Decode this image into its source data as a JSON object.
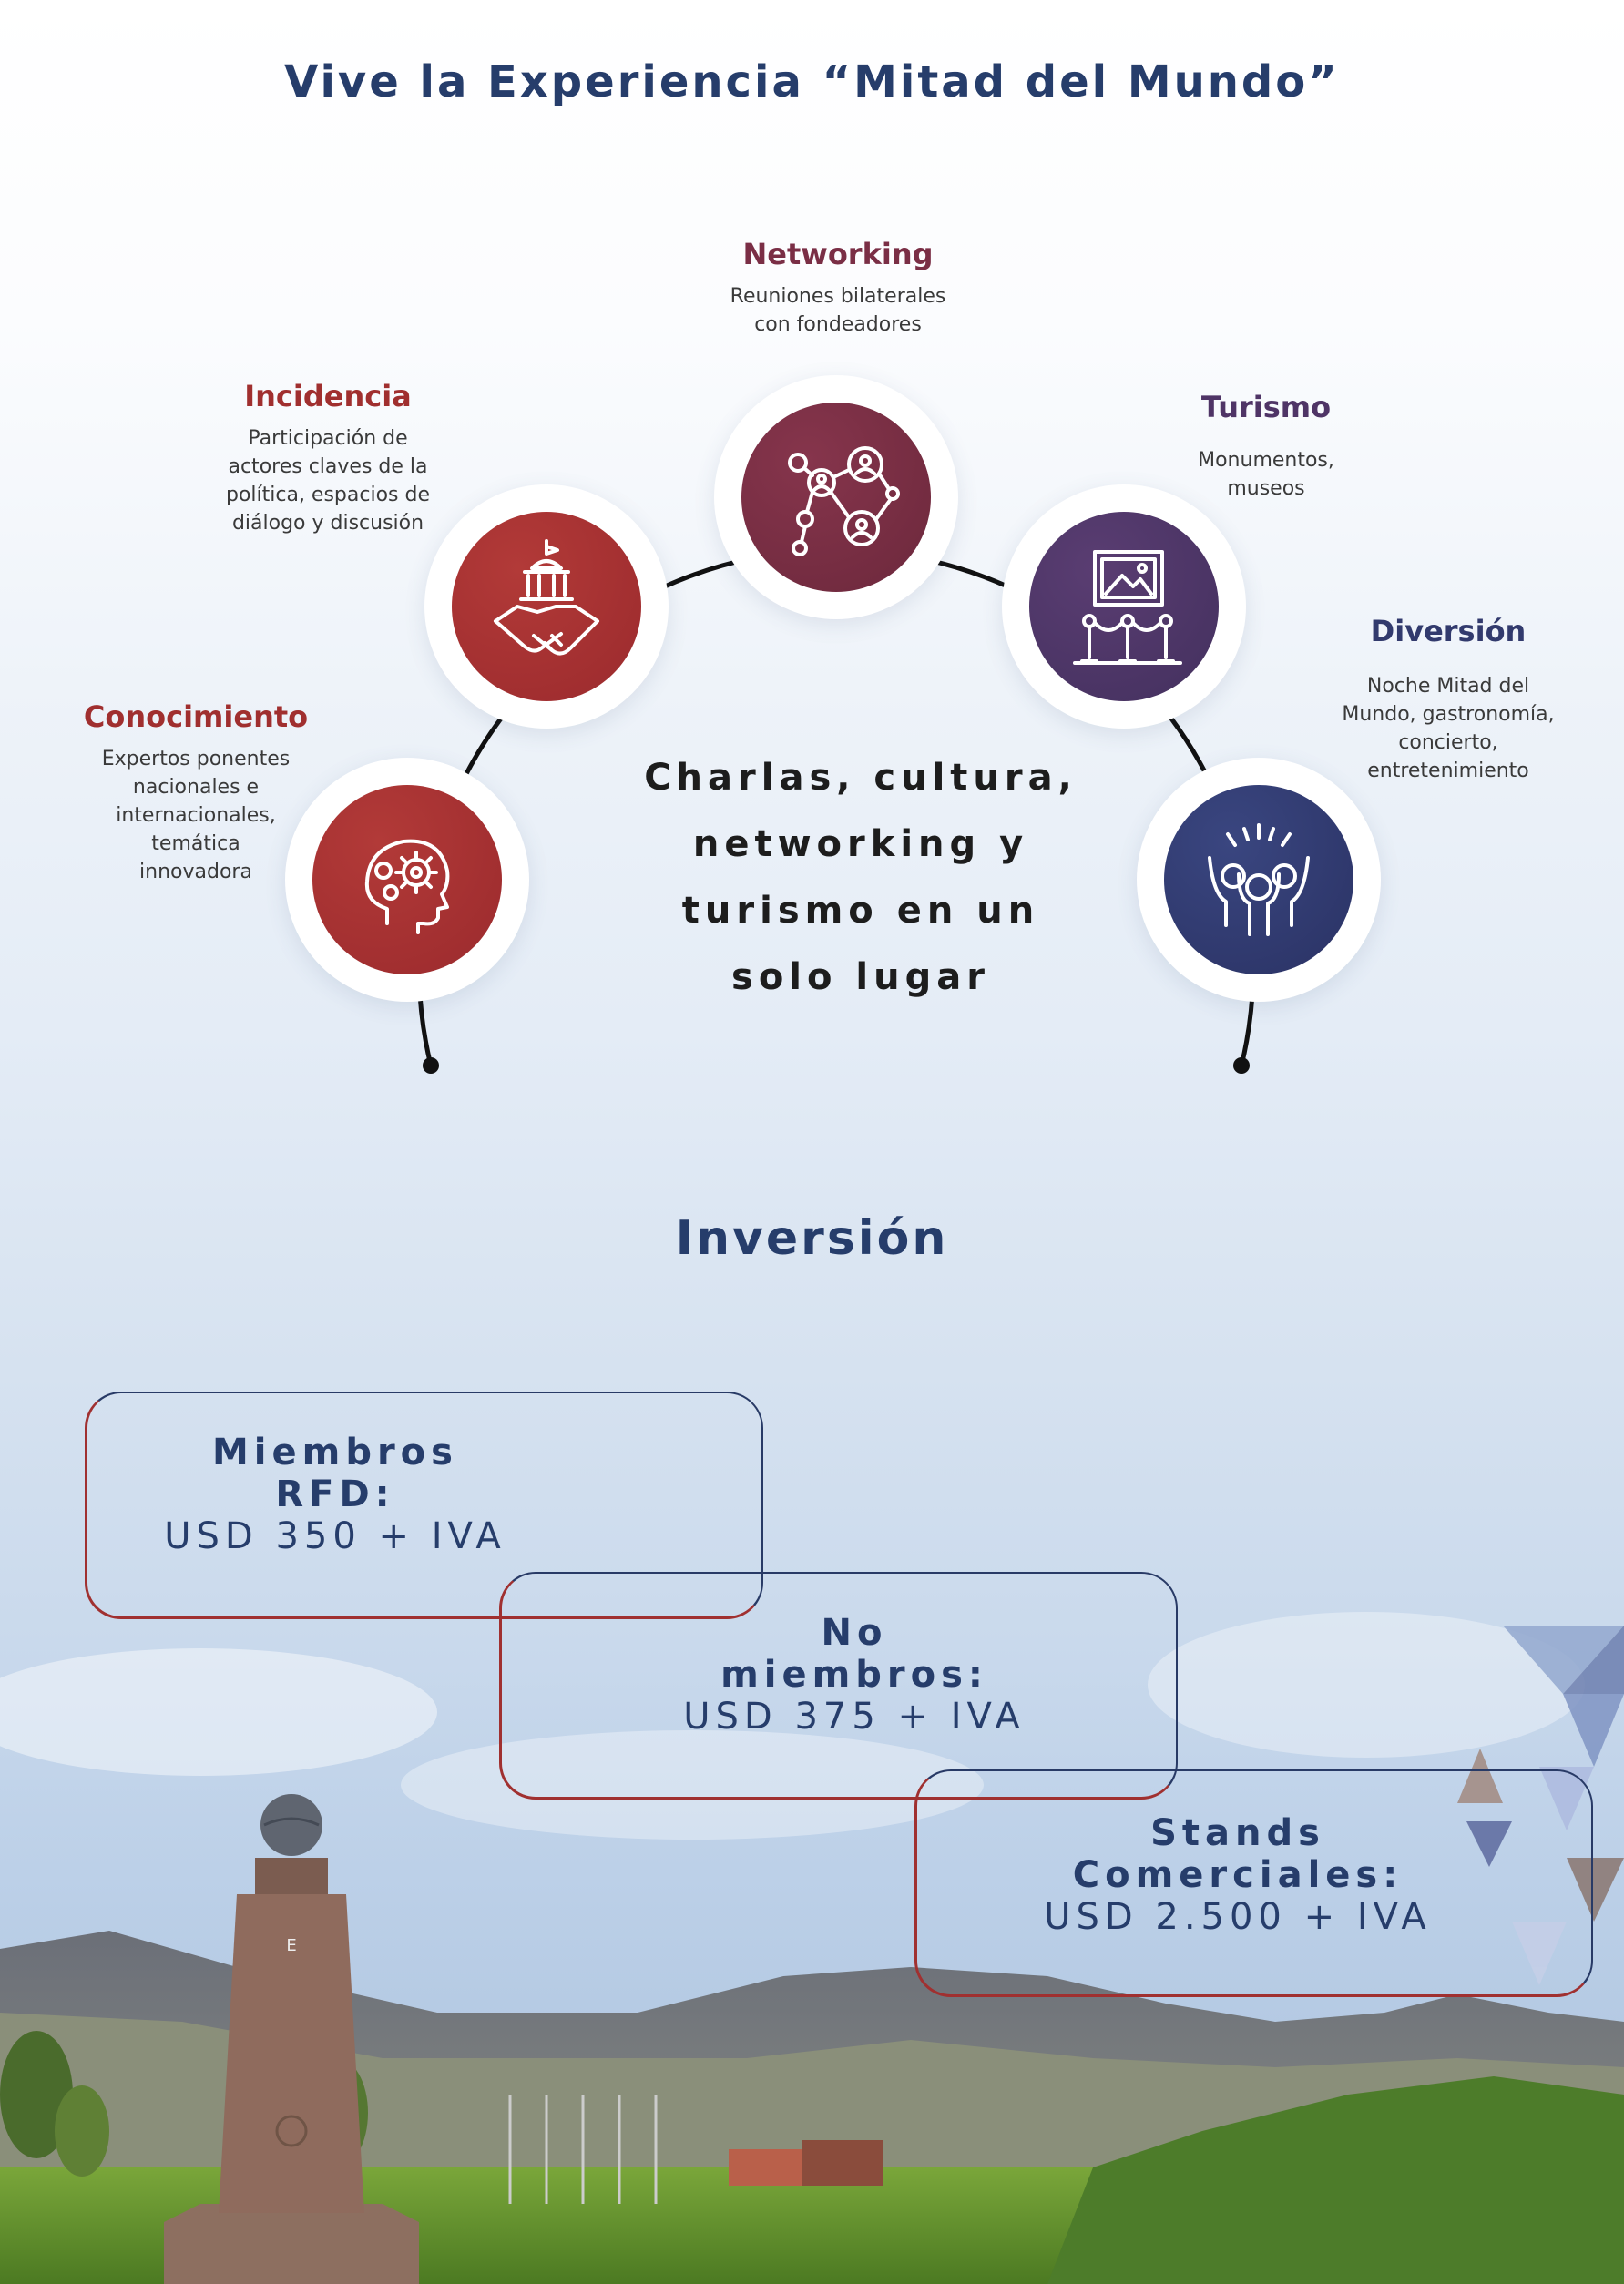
{
  "header": {
    "title": "Vive la Experiencia “Mitad del Mundo”"
  },
  "pillars": [
    {
      "id": "conocimiento",
      "title": "Conocimiento",
      "lines": [
        "Expertos ponentes",
        "nacionales e",
        "internacionales,",
        "temática",
        "innovadora"
      ],
      "color": "#a02f2f",
      "icon": "head-gears-icon"
    },
    {
      "id": "incidencia",
      "title": "Incidencia",
      "lines": [
        "Participación de",
        "actores claves de la",
        "política, espacios de",
        "diálogo y discusión"
      ],
      "color": "#a02f2f",
      "icon": "handshake-government-icon"
    },
    {
      "id": "networking",
      "title": "Networking",
      "lines": [
        "Reuniones bilaterales",
        "con fondeadores"
      ],
      "color": "#7a2e45",
      "icon": "network-people-icon"
    },
    {
      "id": "turismo",
      "title": "Turismo",
      "lines": [
        "Monumentos,",
        "museos"
      ],
      "color": "#4f3466",
      "icon": "museum-exhibit-icon"
    },
    {
      "id": "diversion",
      "title": "Diversión",
      "lines": [
        "Noche Mitad del",
        "Mundo, gastronomía,",
        "concierto,",
        "entretenimiento"
      ],
      "color": "#323a6d",
      "icon": "cheering-crowd-icon"
    }
  ],
  "center": {
    "lines": [
      "Charlas, cultura,",
      "networking y",
      "turismo en un",
      "solo lugar"
    ]
  },
  "investment": {
    "title": "Inversión",
    "options": [
      {
        "label_line1": "Miembros",
        "label_line2": "RFD:",
        "price": "USD 350 + IVA"
      },
      {
        "label_line1": "No",
        "label_line2": "miembros:",
        "price": "USD 375 + IVA"
      },
      {
        "label_line1": "Stands",
        "label_line2": "Comerciales:",
        "price": "USD 2.500 + IVA"
      }
    ]
  },
  "colors": {
    "navy": "#263d6b",
    "red": "#a02f2f",
    "accent_border": "#283a66"
  }
}
